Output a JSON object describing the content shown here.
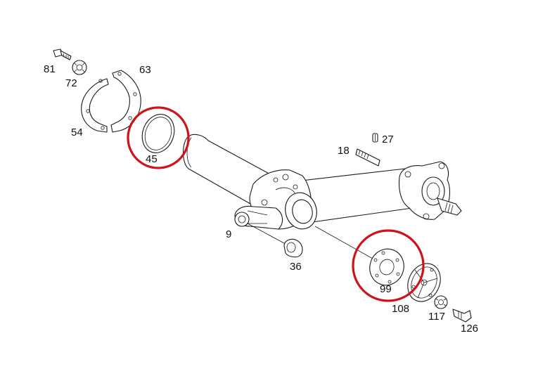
{
  "part_labels": {
    "p81": "81",
    "p72": "72",
    "p63": "63",
    "p54": "54",
    "p45": "45",
    "p27": "27",
    "p18": "18",
    "p9": "9",
    "p36": "36",
    "p99": "99",
    "p108": "108",
    "p117": "117",
    "p126": "126"
  },
  "highlighted_parts": [
    "45",
    "99"
  ],
  "colors": {
    "line_art": "#1a1a1a",
    "highlight_circle": "#d0121b",
    "background": "#ffffff"
  }
}
